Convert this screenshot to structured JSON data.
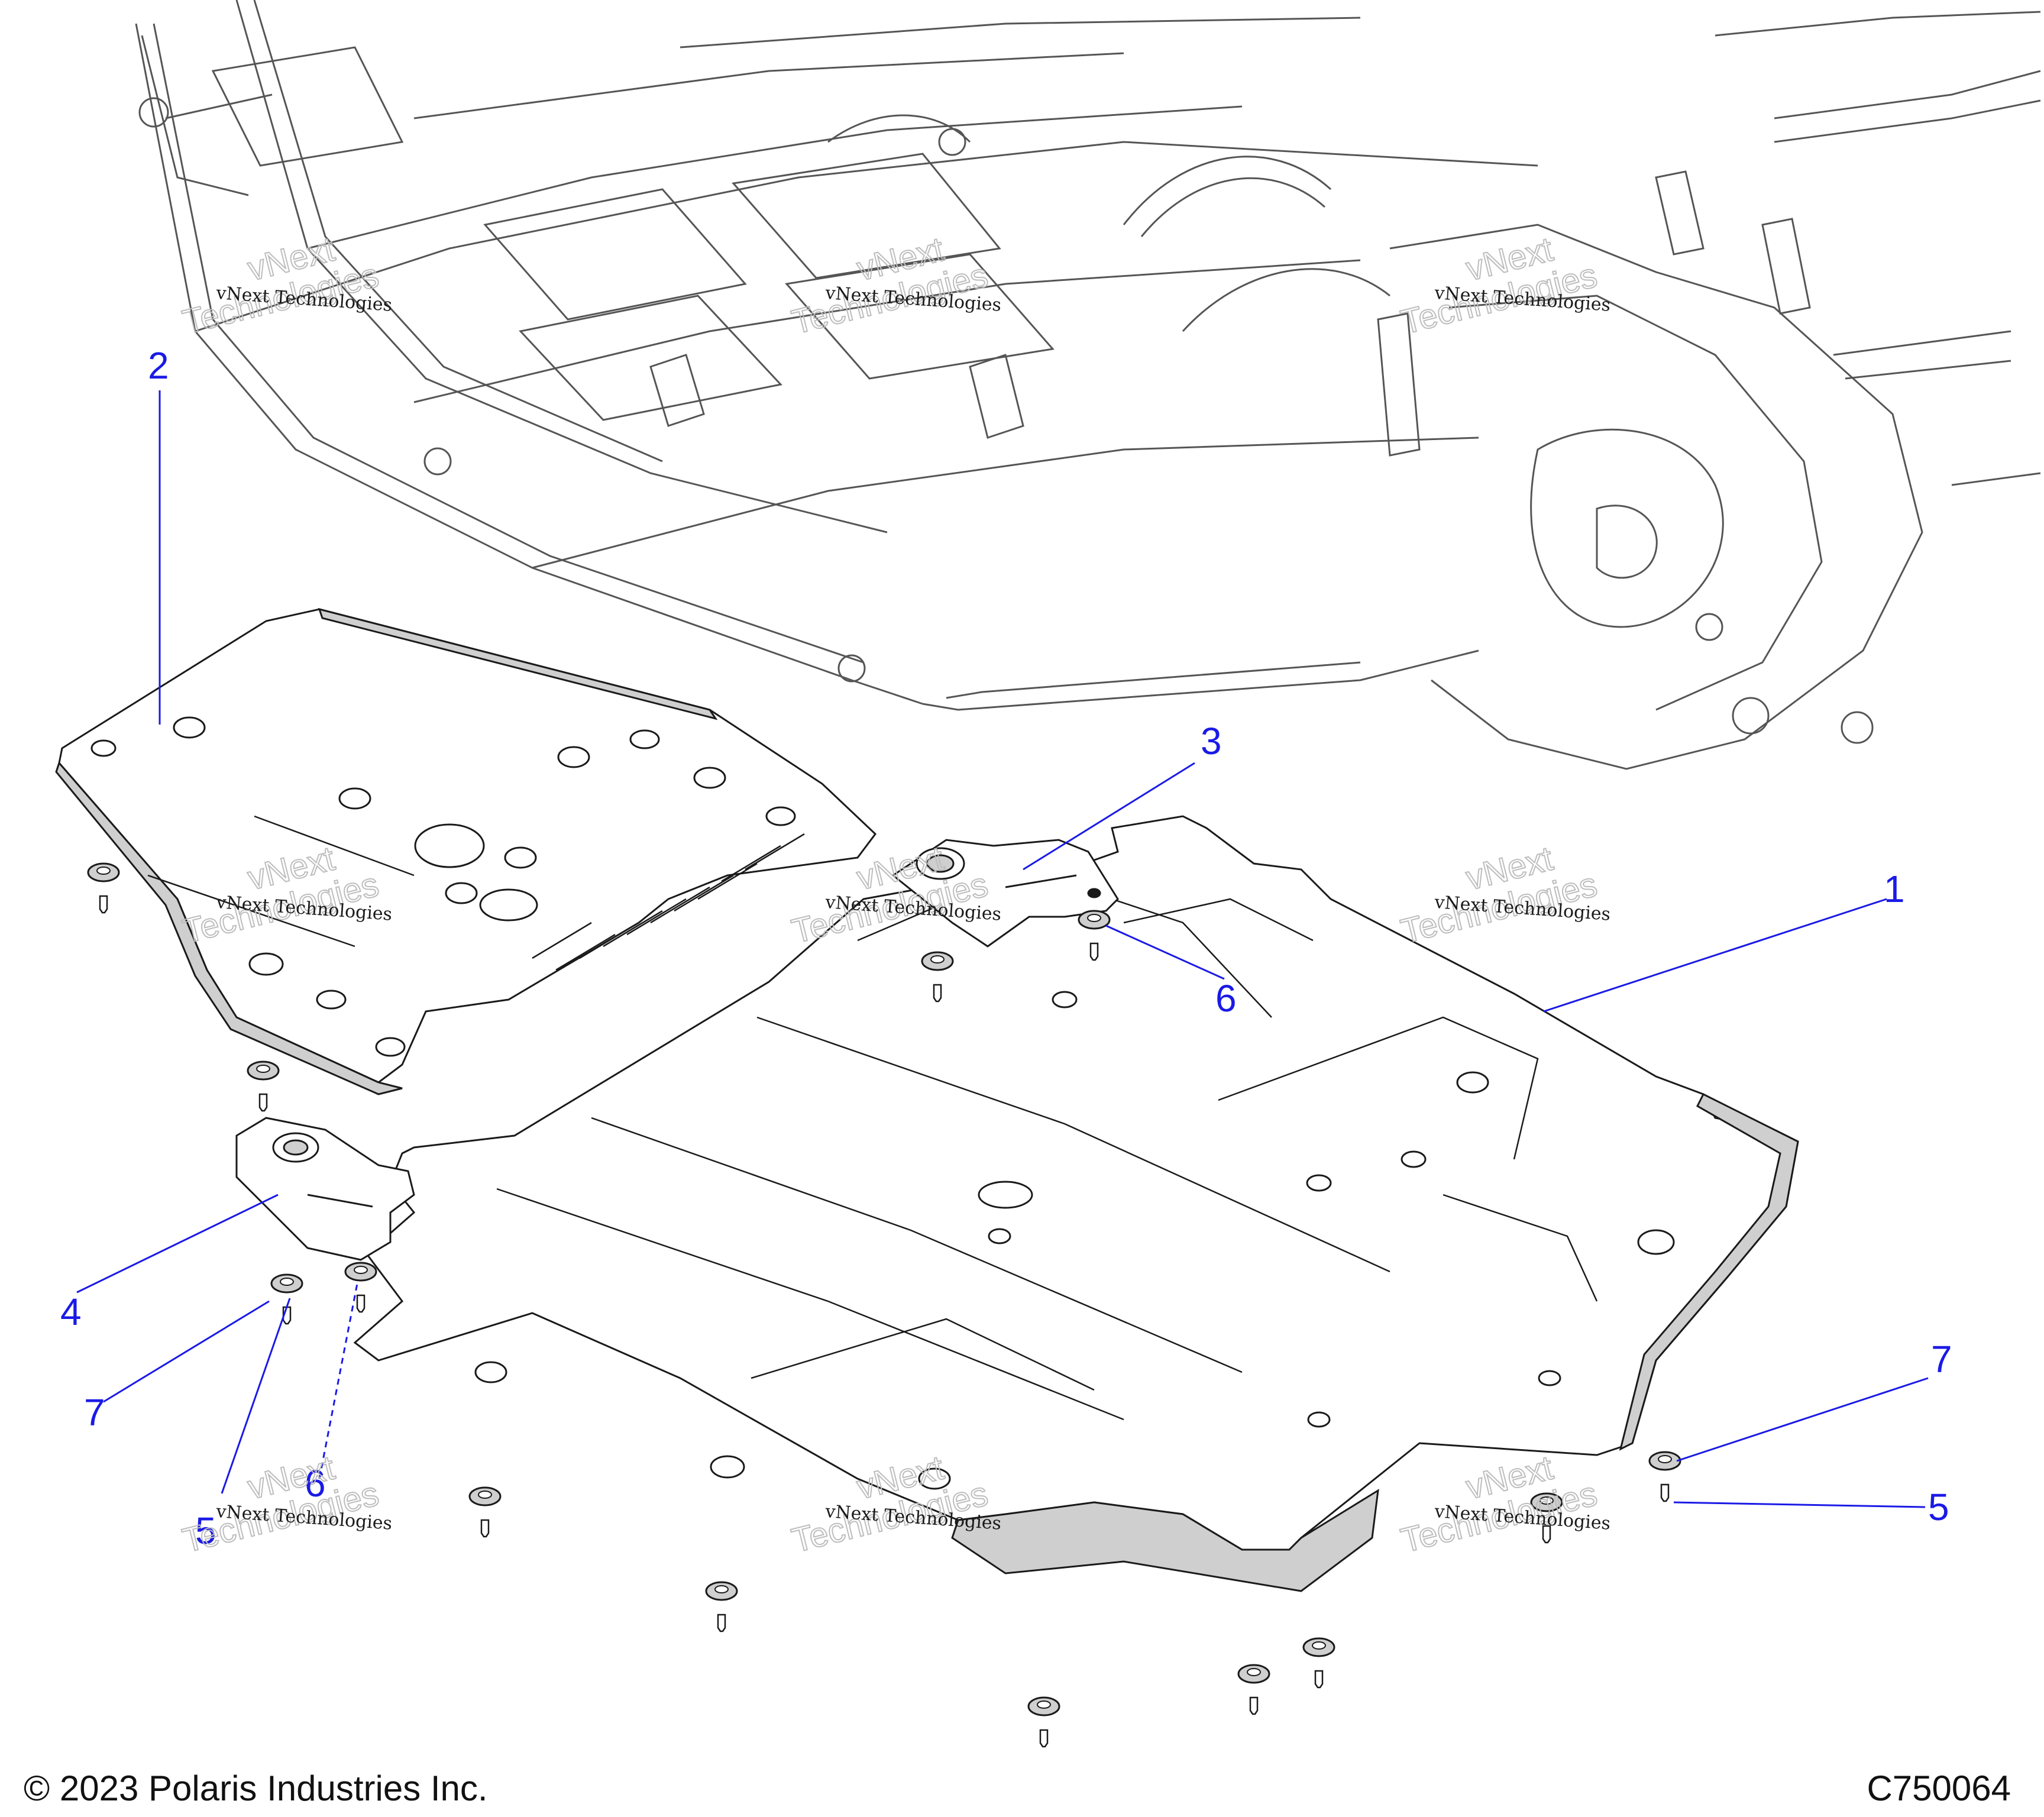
{
  "colors": {
    "callout": "#1a1ae6",
    "line": "#1a1a1a",
    "frame": "#555555",
    "watermark": "#bdbdbd",
    "shade": "#cfcfcf"
  },
  "callouts": [
    {
      "label": "1"
    },
    {
      "label": "2"
    },
    {
      "label": "3"
    },
    {
      "label": "4"
    },
    {
      "label": "5"
    },
    {
      "label": "5"
    },
    {
      "label": "6"
    },
    {
      "label": "6"
    },
    {
      "label": "7"
    },
    {
      "label": "7"
    }
  ],
  "watermark": {
    "line1": "vNext Technologies",
    "big1": "vNext",
    "big2": "Technologies"
  },
  "footer": {
    "copyright": "© 2023 Polaris Industries Inc.",
    "code": "C750064"
  }
}
